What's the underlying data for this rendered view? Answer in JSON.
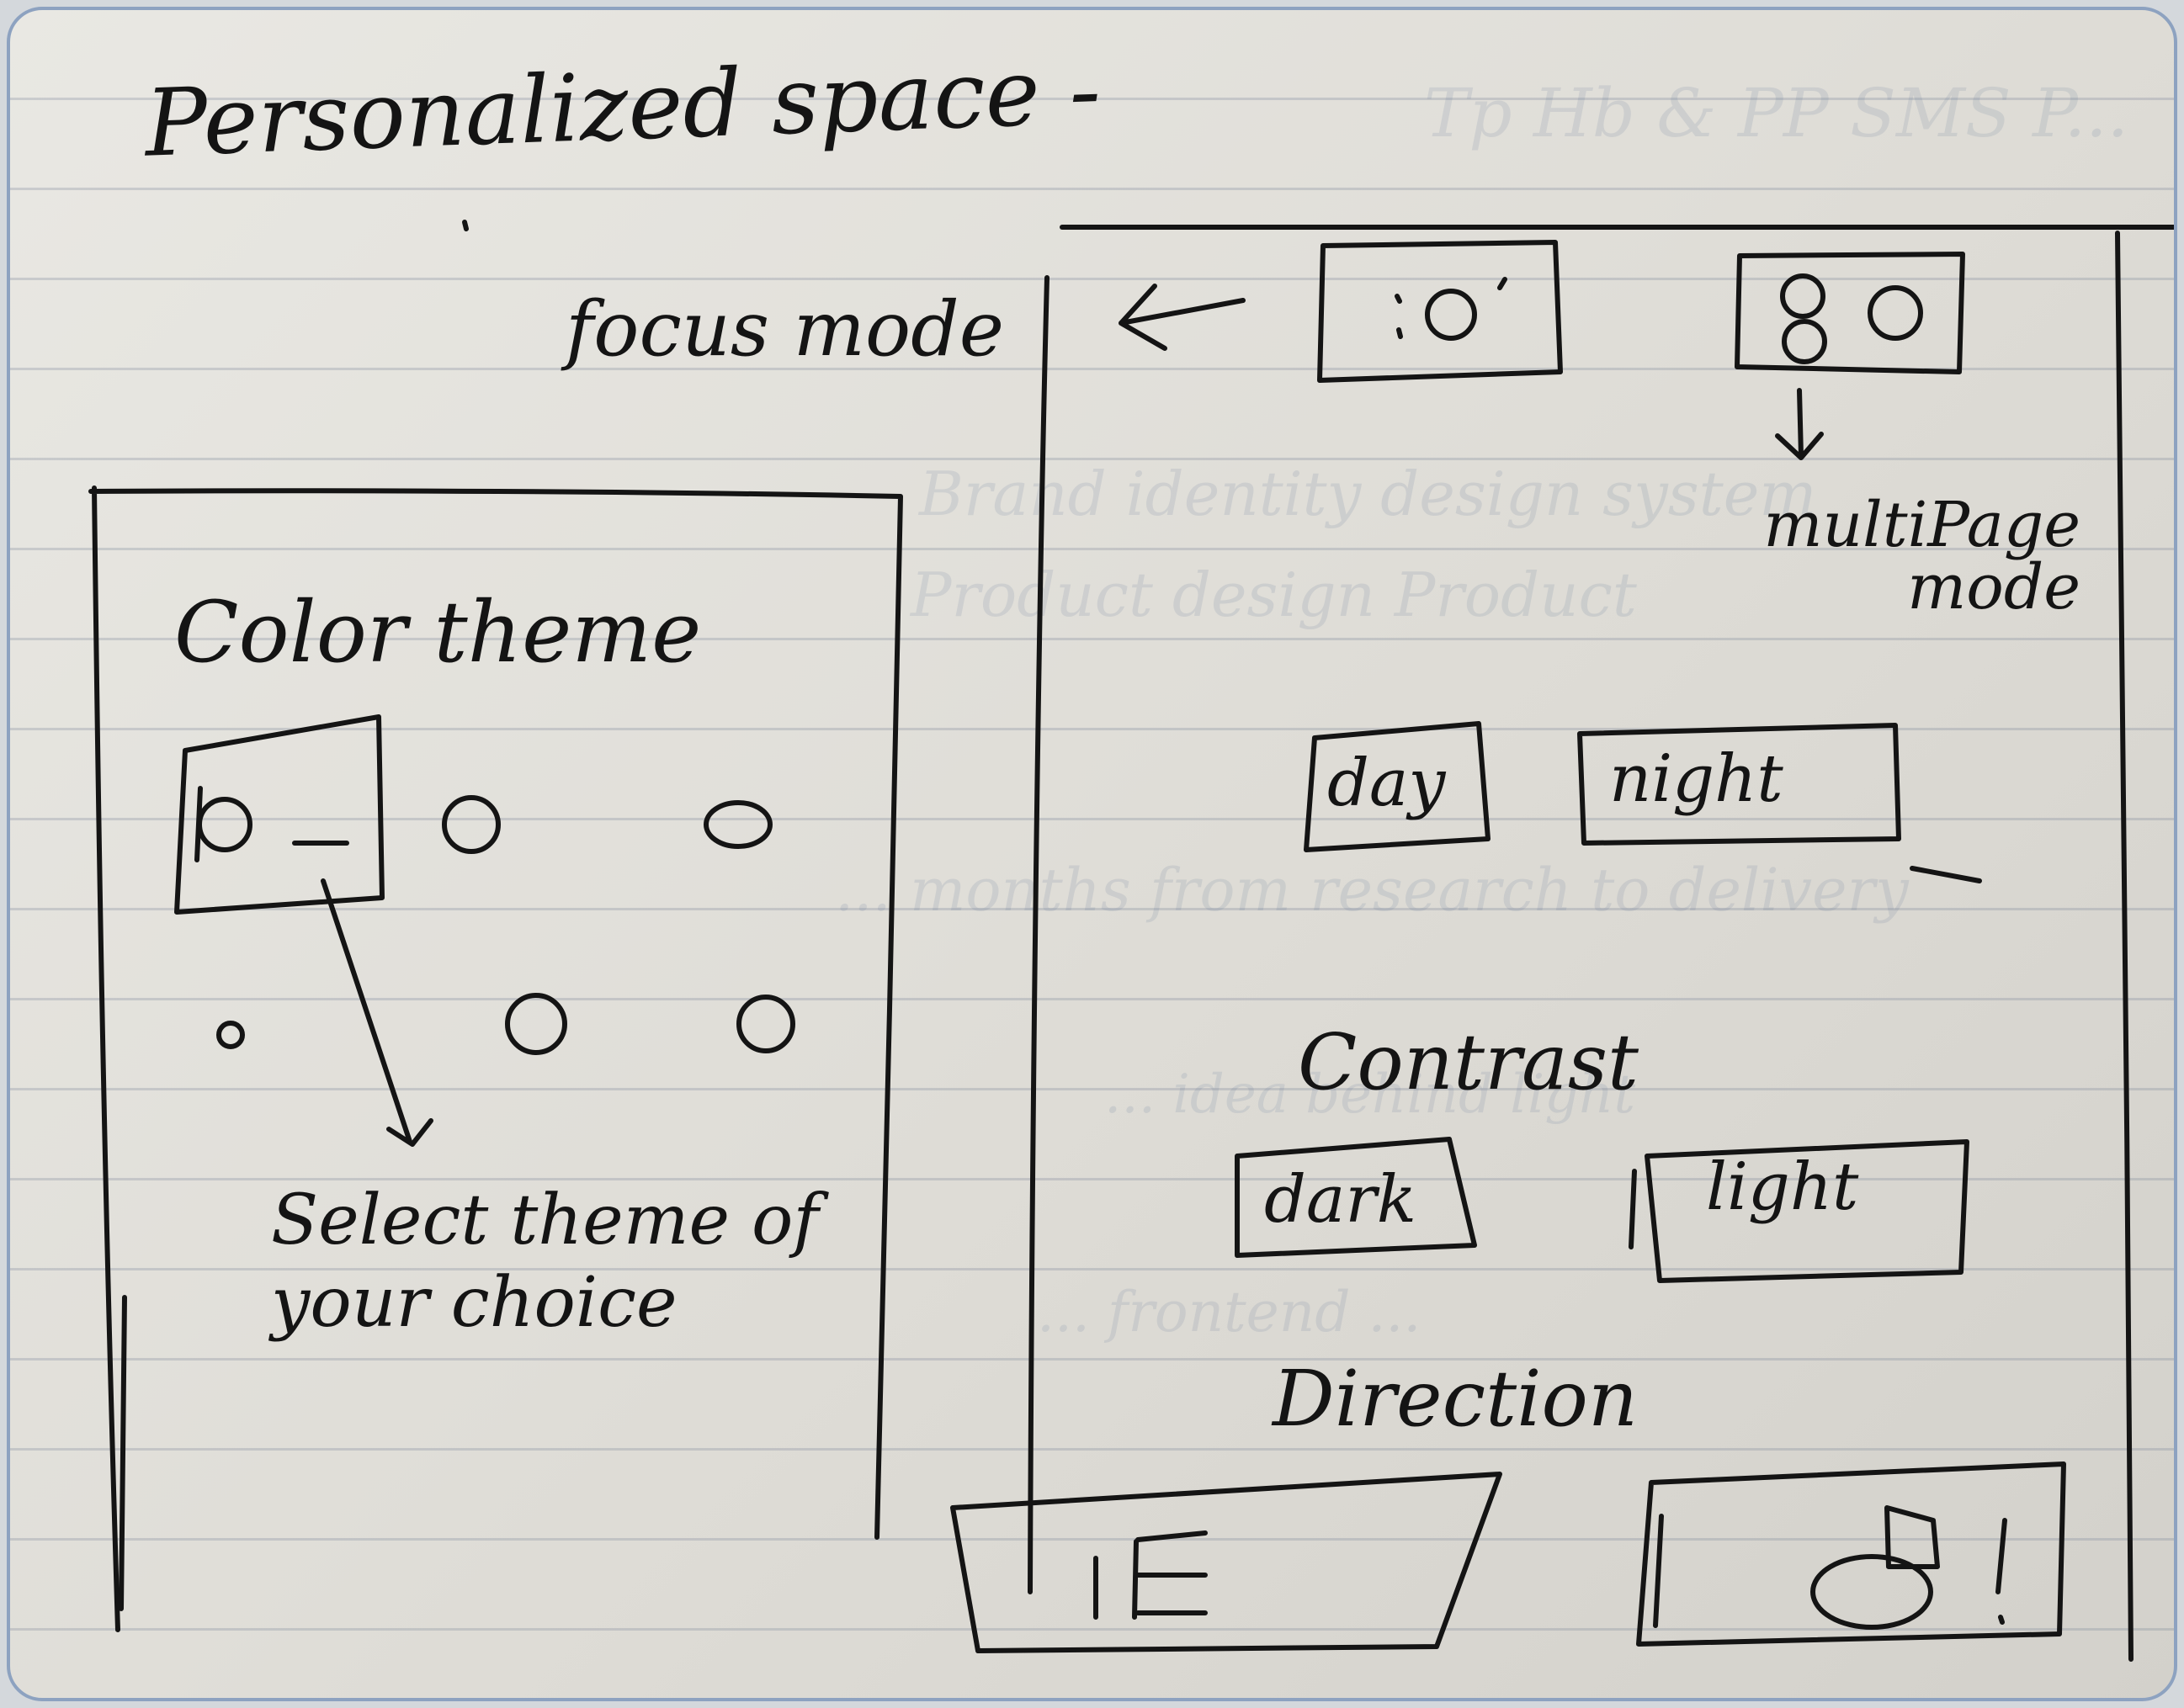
{
  "title": "Personalized space -",
  "focus_mode_label": "focus mode",
  "multipage_mode_label": "multiPage mode",
  "color_theme_label": "Color theme",
  "select_theme_label": "Select theme of your choice",
  "day_label": "day",
  "night_label": "night",
  "contrast_label": "Contrast",
  "dark_label": "dark",
  "light_label": "light",
  "direction_label": "Direction",
  "ink_color": "#141414",
  "paper_color": "#e3e2dd"
}
